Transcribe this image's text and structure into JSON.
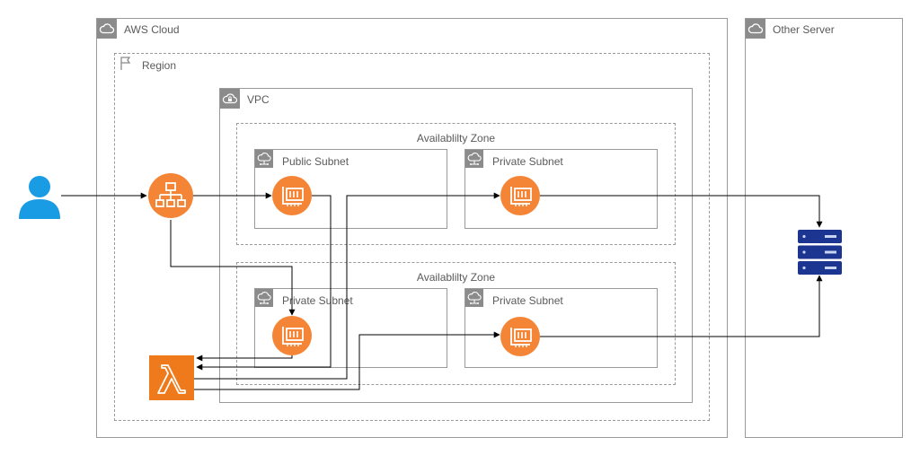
{
  "diagram": {
    "aws_cloud": {
      "label": "AWS Cloud",
      "icon": "cloud-icon"
    },
    "region": {
      "label": "Region",
      "icon": "flag-icon"
    },
    "vpc": {
      "label": "VPC",
      "icon": "vpc-cloud-lock-icon"
    },
    "availability_zones": [
      {
        "label": "Availablilty Zone"
      },
      {
        "label": "Availablilty Zone"
      }
    ],
    "subnets": [
      {
        "label": "Public Subnet",
        "icon": "subnet-cloud-icon"
      },
      {
        "label": "Private Subnet",
        "icon": "subnet-cloud-icon"
      },
      {
        "label": "Private Subnet",
        "icon": "subnet-cloud-icon"
      },
      {
        "label": "Private Subnet",
        "icon": "subnet-cloud-icon"
      }
    ],
    "other_server": {
      "label": "Other Server",
      "icon": "cloud-icon"
    },
    "nodes": {
      "user": "user-icon",
      "load_balancer": "load-balancer-icon",
      "network_interface": "network-interface-icon",
      "lambda": "lambda-icon",
      "server": "server-rack-icon"
    },
    "colors": {
      "aws_orange": "#F58536",
      "lambda_orange": "#EE7A1C",
      "user_blue": "#1A9CE5",
      "server_navy": "#1B3590",
      "border_gray": "#9a9a9a",
      "icon_gray": "#8b8b8b"
    }
  }
}
